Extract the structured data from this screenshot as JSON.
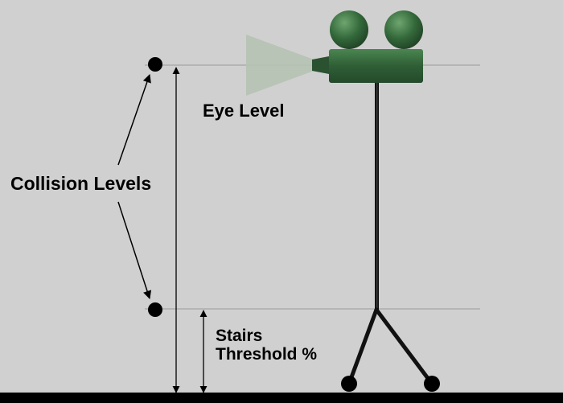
{
  "labels": {
    "eye_level": "Eye Level",
    "collision_levels": "Collision Levels",
    "stairs_line1": "Stairs",
    "stairs_line2": "Threshold %"
  },
  "colors": {
    "background": "#d0d0d0",
    "camera_green": "#2f5c36",
    "view_cone": "#b5c2b3",
    "ground": "#000000",
    "guide_line": "#9a9a9a"
  }
}
